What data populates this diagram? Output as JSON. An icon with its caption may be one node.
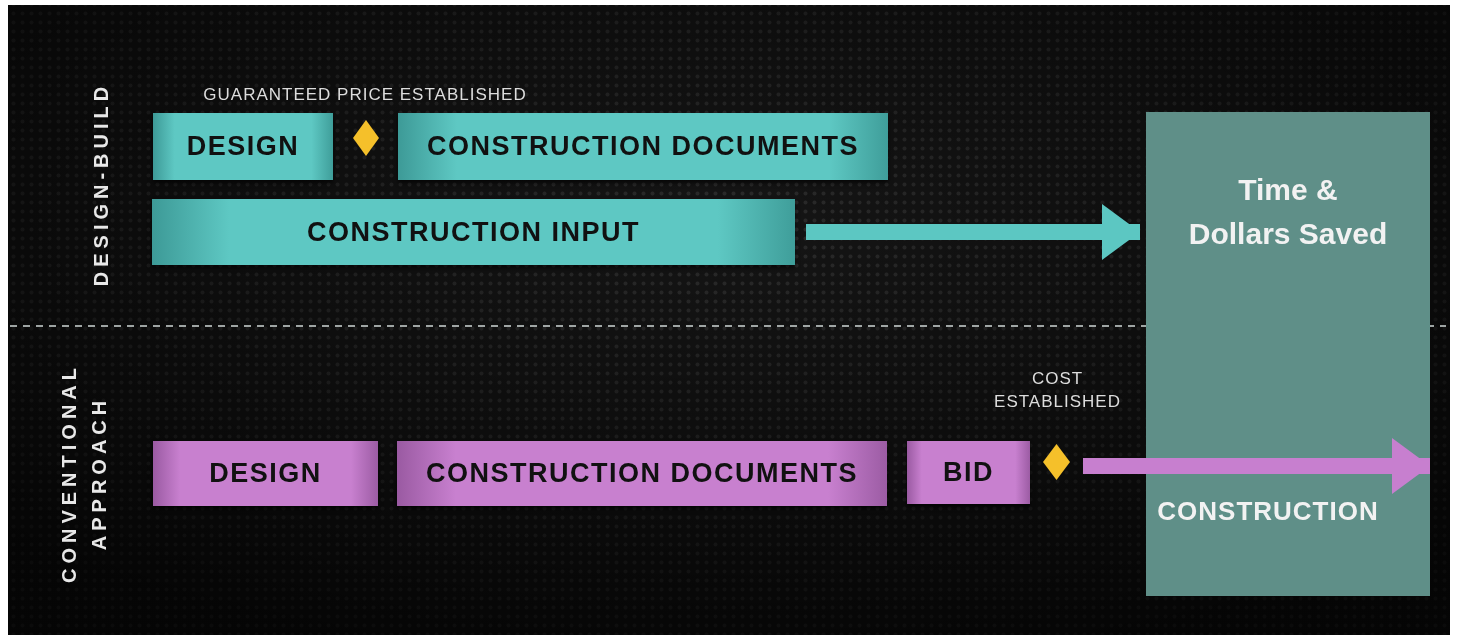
{
  "diagram": {
    "nodes": [
      {
        "text": [
          "DESIGN"
        ]
      },
      {
        "text": [],
        "shape": "diamond",
        "beside": [
          "GUARANTEED PRICE ESTABLISHED"
        ]
      },
      {
        "text": [
          "CONSTRUCTION DOCUMENTS"
        ]
      },
      {
        "text": [
          "CONSTRUCTION INPUT"
        ]
      },
      {
        "text": [
          "Time & Dollars Saved",
          "CONSTRUCTION"
        ]
      },
      {
        "text": [
          "DESIGN"
        ]
      },
      {
        "text": [
          "CONSTRUCTION DOCUMENTS"
        ]
      },
      {
        "text": [
          "BID"
        ]
      },
      {
        "text": [],
        "shape": "diamond",
        "beside": [
          "COST ESTABLISHED"
        ]
      }
    ],
    "edges": [
      {
        "from": 3,
        "to": 4,
        "arrow": "to",
        "color": "#5cc7c2"
      },
      {
        "from": 8,
        "to": 4,
        "arrow": "to",
        "color": "#c77fcf"
      }
    ],
    "labels": [
      "DESIGN-BUILD",
      "CONVENTIONAL APPROACH"
    ]
  }
}
